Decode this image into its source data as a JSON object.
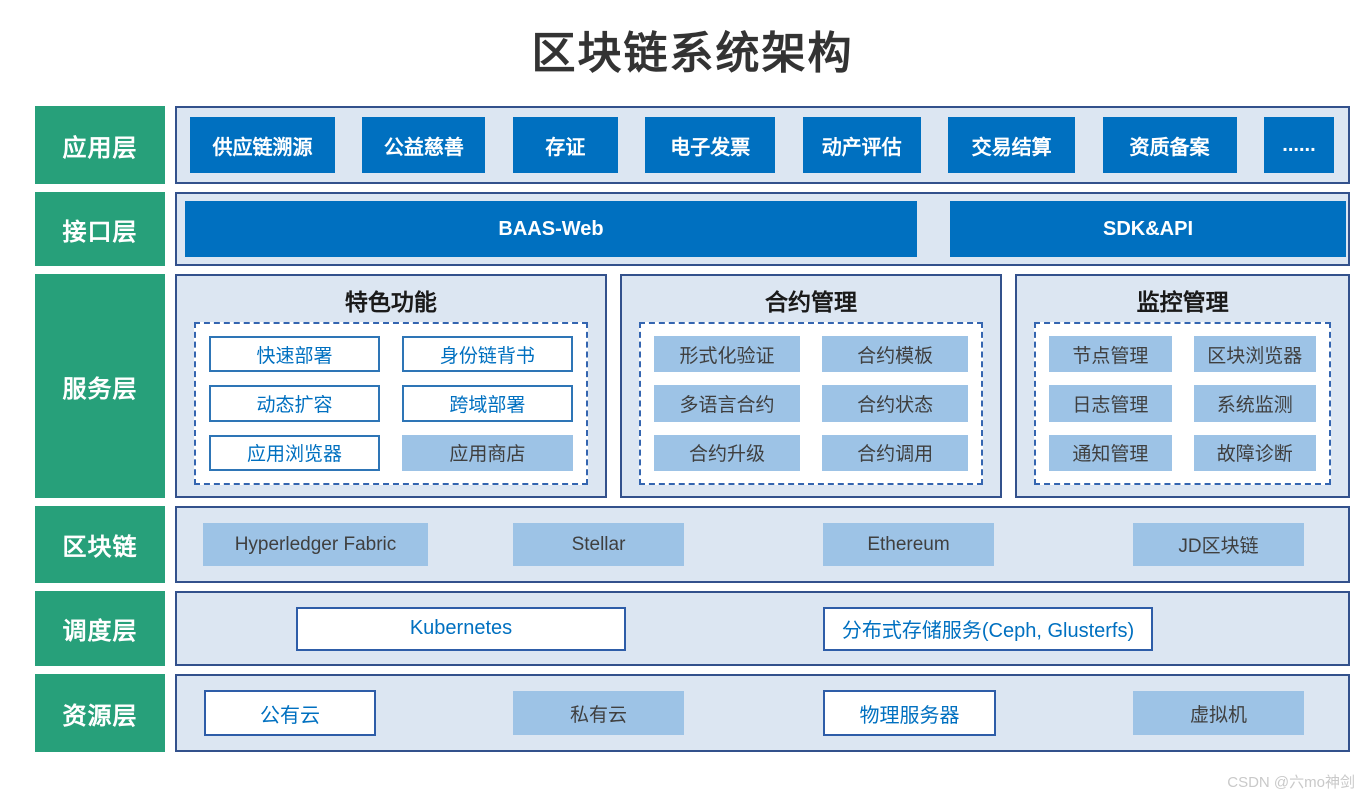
{
  "title": "区块链系统架构",
  "watermark": "CSDN @六mo神剑",
  "colors": {
    "layer_label_green": "#27a07a",
    "primary_blue": "#0070c0",
    "panel_background": "#dce6f2",
    "panel_border": "#33518c",
    "light_blue_fill": "#9dc3e6",
    "outline_blue": "#2e75b6"
  },
  "layers": {
    "application": {
      "label": "应用层",
      "items": [
        "供应链溯源",
        "公益慈善",
        "存证",
        "电子发票",
        "动产评估",
        "交易结算",
        "资质备案",
        "......"
      ]
    },
    "interface": {
      "label": "接口层",
      "items": [
        "BAAS-Web",
        "SDK&API"
      ]
    },
    "service": {
      "label": "服务层",
      "groups": [
        {
          "title": "特色功能",
          "items": [
            {
              "label": "快速部署",
              "style": "outline"
            },
            {
              "label": "身份链背书",
              "style": "outline"
            },
            {
              "label": "动态扩容",
              "style": "outline"
            },
            {
              "label": "跨域部署",
              "style": "outline"
            },
            {
              "label": "应用浏览器",
              "style": "outline"
            },
            {
              "label": "应用商店",
              "style": "filled"
            }
          ]
        },
        {
          "title": "合约管理",
          "items": [
            {
              "label": "形式化验证",
              "style": "filled"
            },
            {
              "label": "合约模板",
              "style": "filled"
            },
            {
              "label": "多语言合约",
              "style": "filled"
            },
            {
              "label": "合约状态",
              "style": "filled"
            },
            {
              "label": "合约升级",
              "style": "filled"
            },
            {
              "label": "合约调用",
              "style": "filled"
            }
          ]
        },
        {
          "title": "监控管理",
          "items": [
            {
              "label": "节点管理",
              "style": "filled"
            },
            {
              "label": "区块浏览器",
              "style": "filled"
            },
            {
              "label": "日志管理",
              "style": "filled"
            },
            {
              "label": "系统监测",
              "style": "filled"
            },
            {
              "label": "通知管理",
              "style": "filled"
            },
            {
              "label": "故障诊断",
              "style": "filled"
            }
          ]
        }
      ]
    },
    "blockchain": {
      "label": "区块链",
      "items": [
        "Hyperledger Fabric",
        "Stellar",
        "Ethereum",
        "JD区块链"
      ]
    },
    "scheduling": {
      "label": "调度层",
      "items": [
        "Kubernetes",
        "分布式存储服务(Ceph, Glusterfs)"
      ]
    },
    "resource": {
      "label": "资源层",
      "items": [
        {
          "label": "公有云",
          "style": "outline"
        },
        {
          "label": "私有云",
          "style": "filled"
        },
        {
          "label": "物理服务器",
          "style": "outline"
        },
        {
          "label": "虚拟机",
          "style": "filled"
        }
      ]
    }
  }
}
